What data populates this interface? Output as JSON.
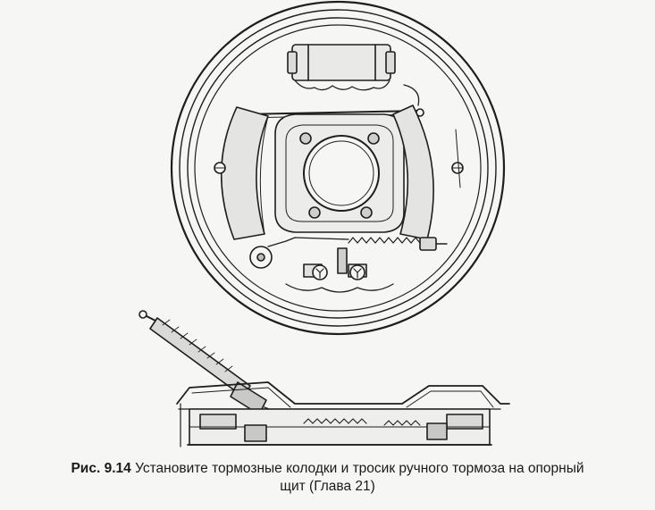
{
  "figure": {
    "top_view_icon": "drum-brake-backing-plate-icon",
    "side_view_icon": "drum-brake-section-icon"
  },
  "caption": {
    "number": "Рис. 9.14",
    "text_line1": "Установите тормозные колодки и тросик ручного тормоза на опорный",
    "text_line2": "щит (Глава 21)"
  }
}
